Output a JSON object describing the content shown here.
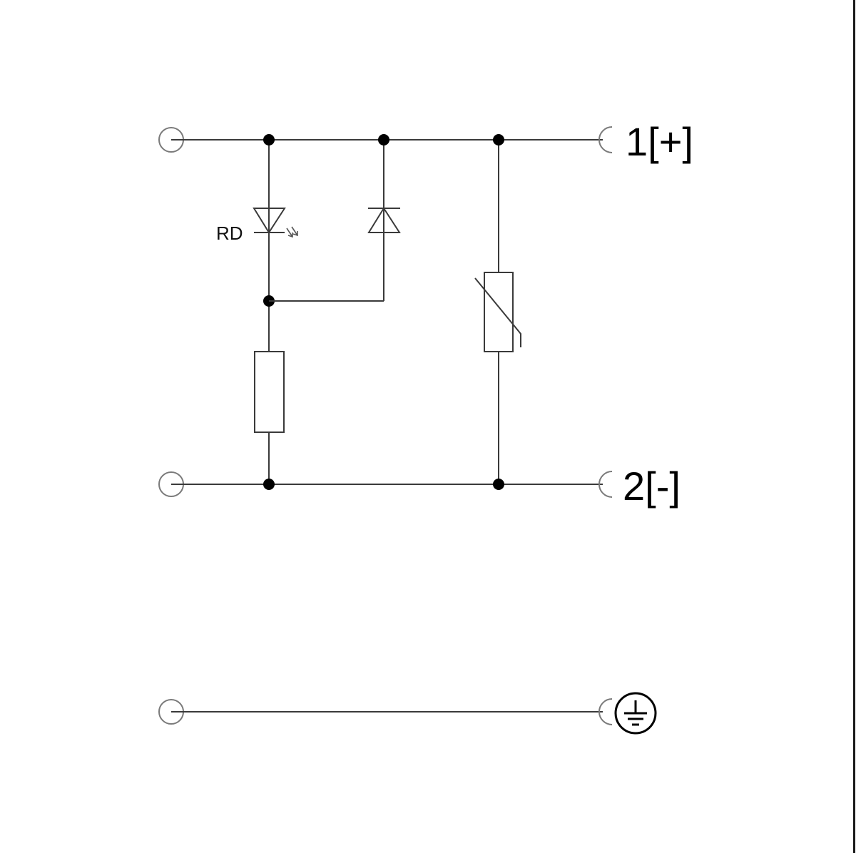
{
  "diagram": {
    "type": "circuit-schematic",
    "terminals": {
      "t1": {
        "label": "1[+]"
      },
      "t2": {
        "label": "2[-]"
      },
      "pe": {
        "label": "protective-earth",
        "icon": "ground-icon"
      }
    },
    "components": {
      "led": {
        "label": "RD",
        "kind": "light-emitting-diode"
      },
      "suppressor_diode": {
        "kind": "zener-diode"
      },
      "resistor": {
        "kind": "resistor"
      },
      "varistor": {
        "kind": "varistor"
      }
    },
    "colors": {
      "wire": "#3a3a3a",
      "terminal": "#7a7a7a",
      "junction": "#000000",
      "background": "#ffffff"
    }
  }
}
